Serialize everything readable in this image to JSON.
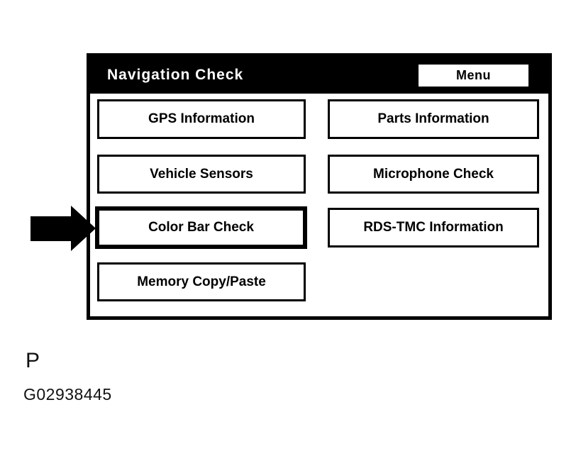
{
  "panel": {
    "title": "Navigation Check",
    "menu_button_label": "Menu",
    "buttons": [
      {
        "label": "GPS Information",
        "selected": false
      },
      {
        "label": "Parts Information",
        "selected": false
      },
      {
        "label": "Vehicle Sensors",
        "selected": false
      },
      {
        "label": "Microphone Check",
        "selected": false
      },
      {
        "label": "Color Bar Check",
        "selected": true
      },
      {
        "label": "RDS-TMC Information",
        "selected": false
      },
      {
        "label": "Memory Copy/Paste",
        "selected": false
      }
    ]
  },
  "annotations": {
    "pointer_arrow_icon": "arrow-right-icon",
    "pointer_target": "Color Bar Check",
    "figure_letter": "P",
    "figure_code": "G02938445"
  },
  "colors": {
    "background": "#ffffff",
    "header_bg": "#000000",
    "header_text": "#ffffff",
    "button_bg": "#ffffff",
    "button_border": "#000000",
    "button_text": "#000000"
  }
}
